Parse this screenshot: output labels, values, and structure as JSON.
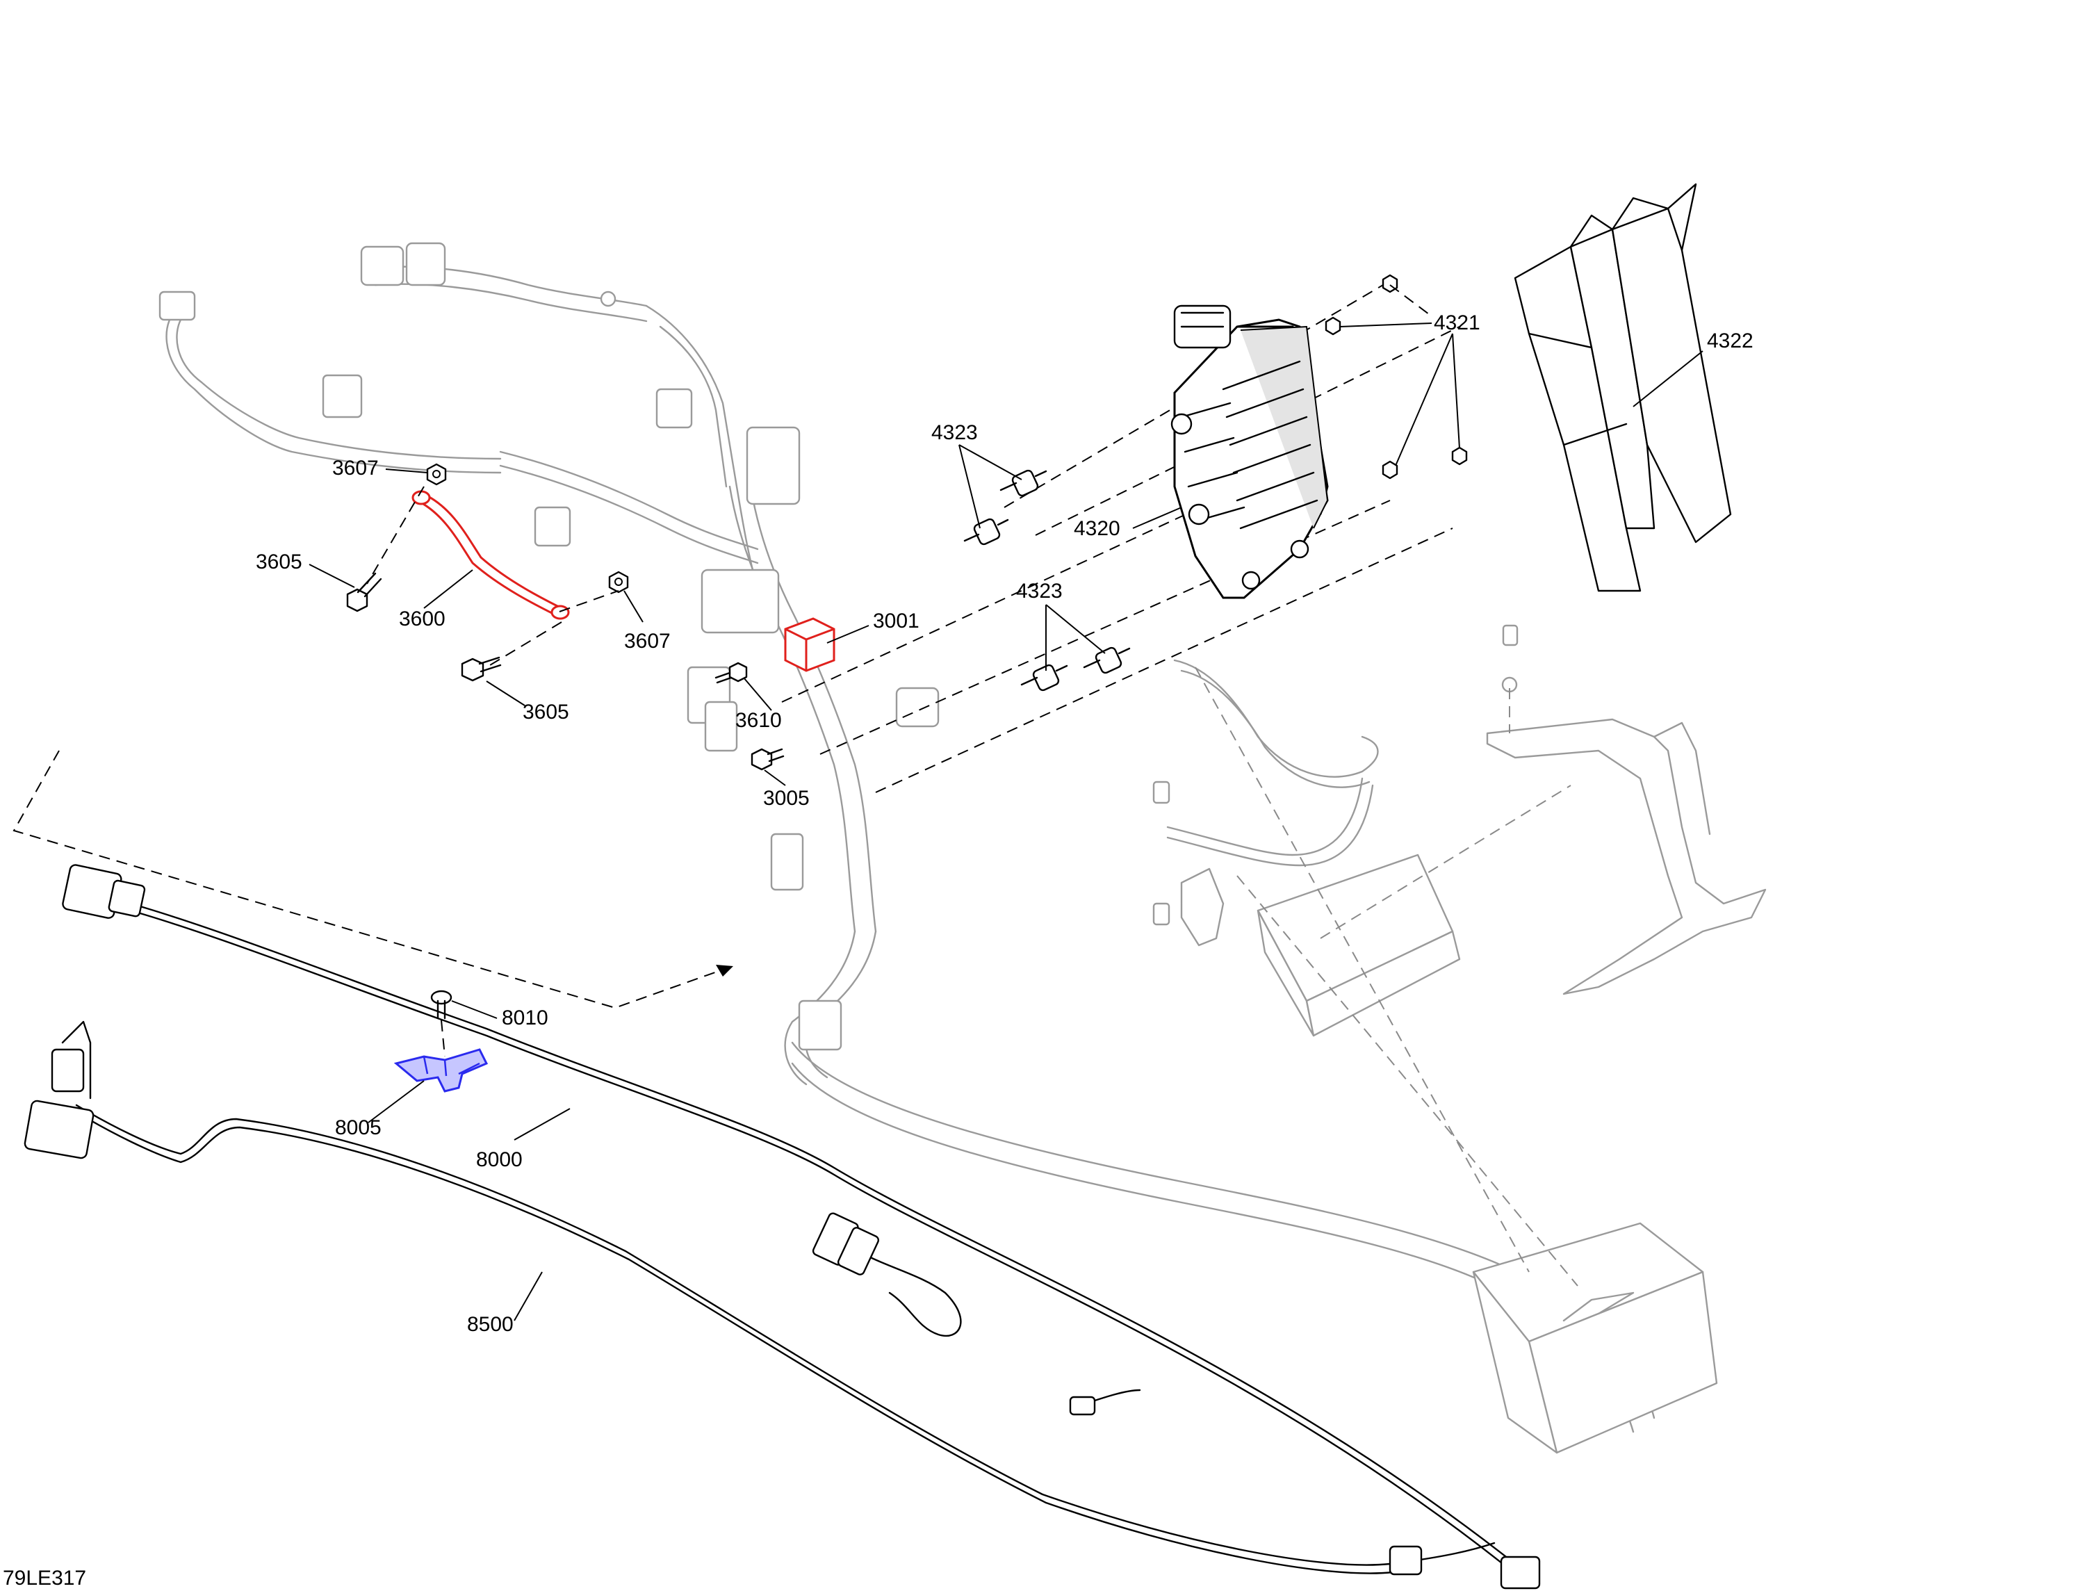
{
  "reference_code": "79LE317",
  "callouts": [
    {
      "id": "3607a",
      "text": "3607"
    },
    {
      "id": "3605a",
      "text": "3605"
    },
    {
      "id": "3600",
      "text": "3600"
    },
    {
      "id": "3607b",
      "text": "3607"
    },
    {
      "id": "3605b",
      "text": "3605"
    },
    {
      "id": "3001",
      "text": "3001"
    },
    {
      "id": "3610",
      "text": "3610"
    },
    {
      "id": "3005",
      "text": "3005"
    },
    {
      "id": "4323a",
      "text": "4323"
    },
    {
      "id": "4323b",
      "text": "4323"
    },
    {
      "id": "4320",
      "text": "4320"
    },
    {
      "id": "4321",
      "text": "4321"
    },
    {
      "id": "4322",
      "text": "4322"
    },
    {
      "id": "8010",
      "text": "8010"
    },
    {
      "id": "8005",
      "text": "8005"
    },
    {
      "id": "8000",
      "text": "8000"
    },
    {
      "id": "8500",
      "text": "8500"
    }
  ],
  "highlight_colors": {
    "red": "#e0201c",
    "blue": "#2a2aee",
    "ghost": "#9a9a9a"
  }
}
